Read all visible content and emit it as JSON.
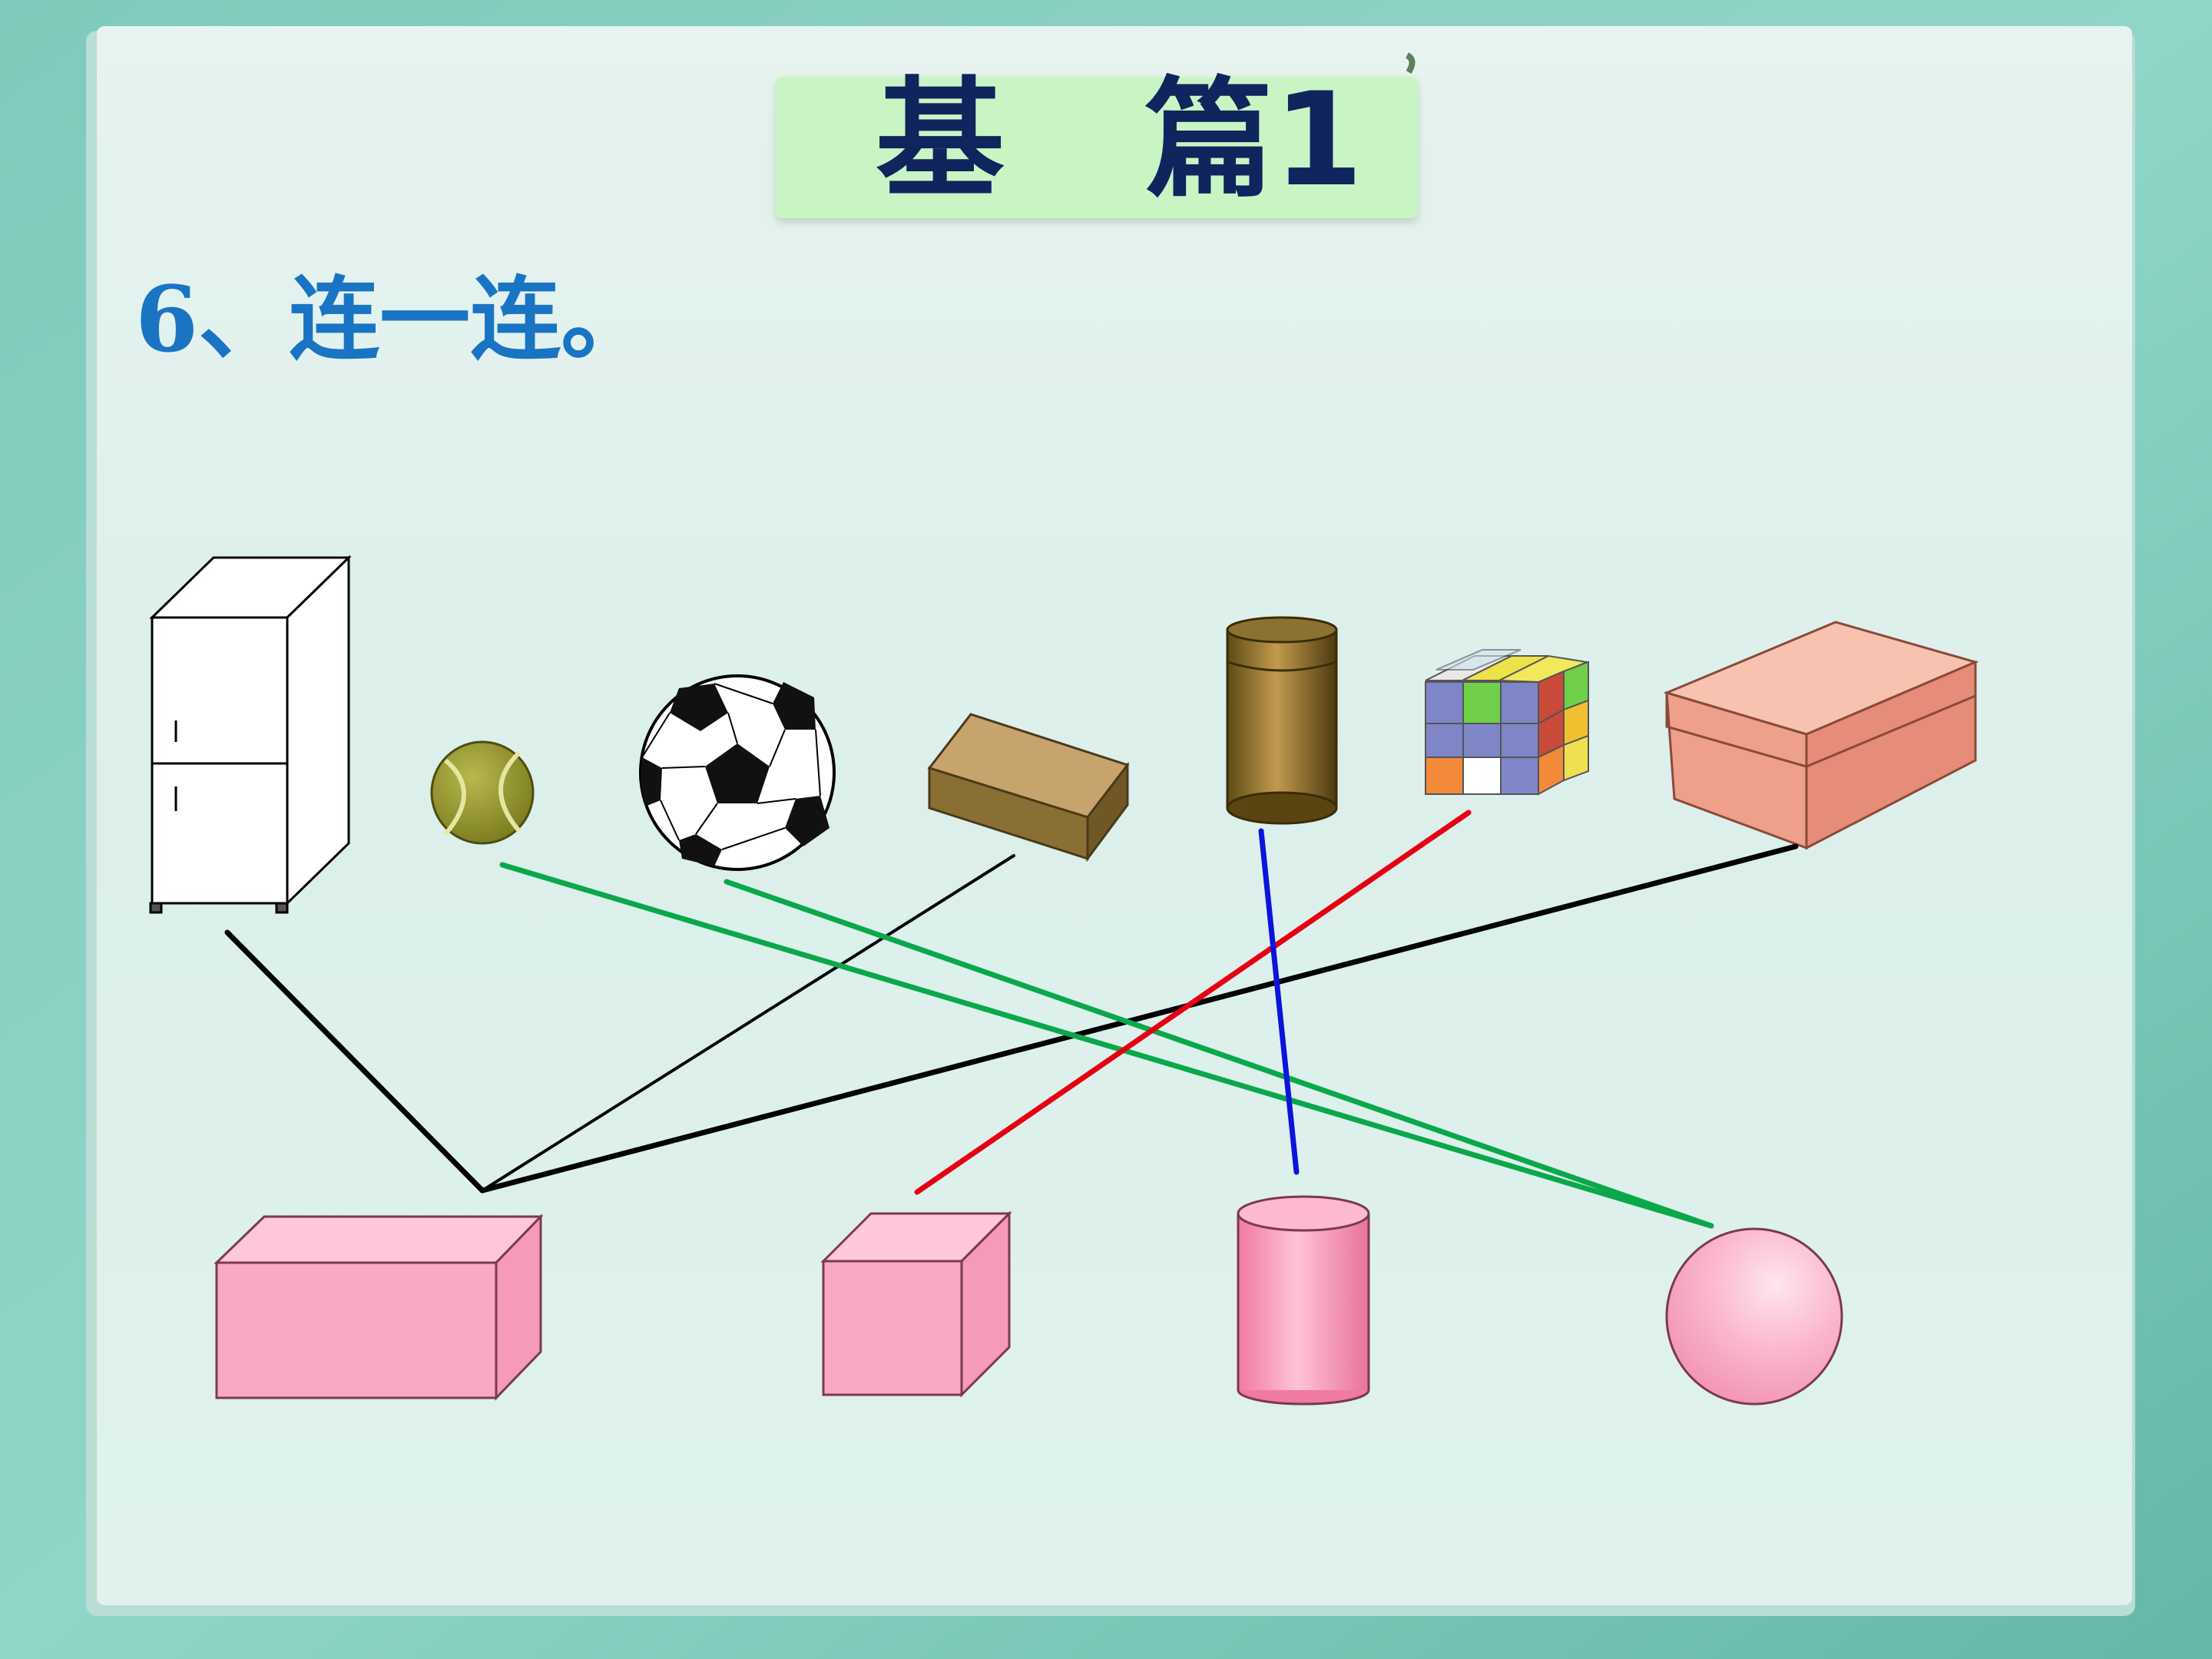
{
  "slide": {
    "title_char_1": "基",
    "title_char_2": "篇1",
    "question": "6、连一连。"
  },
  "objects_top": [
    {
      "name": "refrigerator",
      "shape": "cuboid"
    },
    {
      "name": "tennis-ball",
      "shape": "sphere"
    },
    {
      "name": "football",
      "shape": "sphere"
    },
    {
      "name": "brick-box",
      "shape": "cuboid"
    },
    {
      "name": "tea-can",
      "shape": "cylinder"
    },
    {
      "name": "rubiks-cube",
      "shape": "cube"
    },
    {
      "name": "gift-box",
      "shape": "cuboid"
    }
  ],
  "shapes_bottom": [
    "cuboid",
    "cube",
    "cylinder",
    "sphere"
  ],
  "colors": {
    "title_bg": "#c9f5c4",
    "title_text": "#10245e",
    "question_text": "#1a74c4",
    "line_black": "#000000",
    "line_green": "#0aa84a",
    "line_red": "#e60012",
    "line_blue": "#0a14dc",
    "shape_pink": "#f9a9c8"
  }
}
